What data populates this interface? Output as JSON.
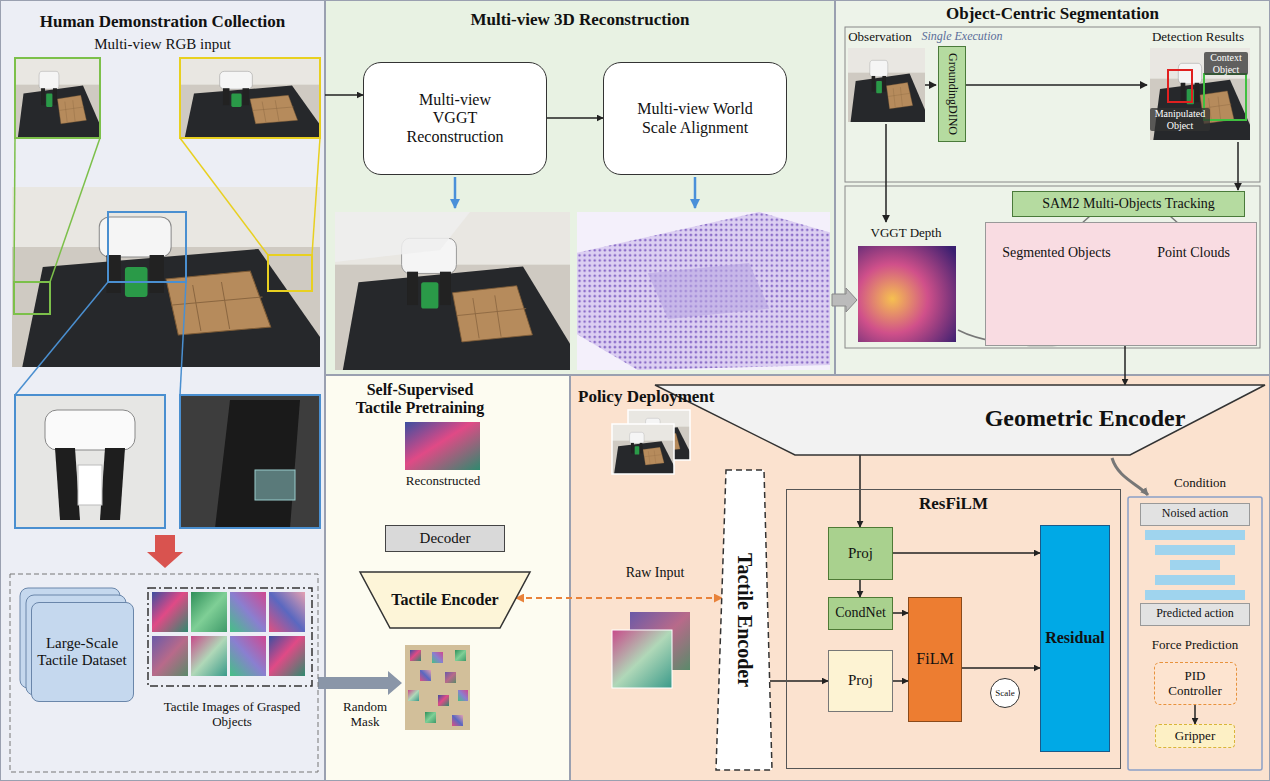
{
  "diagram": {
    "nodes": [
      {
        "text": [
          "Human Demonstration Collection",
          "Multi-view RGB input"
        ]
      },
      {
        "text": [
          "Large-Scale Tactile Dataset"
        ],
        "in": 0
      },
      {
        "text": [
          "Multi-view 3D Reconstruction"
        ]
      },
      {
        "text": [
          "Multi-view VGGT Reconstruction"
        ],
        "in": 2
      },
      {
        "text": [
          "Multi-view World Scale Alignment"
        ],
        "in": 2
      },
      {
        "text": [
          "Object-Centric Segmentation"
        ]
      },
      {
        "text": [
          "GroundingDINO"
        ],
        "in": 5
      },
      {
        "text": [
          "SAM2 Multi-Objects Tracking"
        ],
        "in": 5
      },
      {
        "text": [
          "Segmented Objects",
          "Point Clouds"
        ],
        "in": 5
      },
      {
        "text": [
          "Self-Supervised Tactile Pretraining"
        ]
      },
      {
        "text": [
          "Decoder"
        ],
        "in": 9
      },
      {
        "text": [
          "Tactile Encoder"
        ],
        "in": 9
      },
      {
        "text": [
          "Policy Deployment"
        ]
      },
      {
        "text": [
          "Geometric Encoder"
        ],
        "in": 12
      },
      {
        "text": [
          "Tactile Encoder"
        ],
        "in": 12
      },
      {
        "text": [
          "ResFiLM"
        ],
        "in": 12
      },
      {
        "text": [
          "Proj"
        ],
        "in": 15
      },
      {
        "text": [
          "CondNet"
        ],
        "in": 15
      },
      {
        "text": [
          "Proj"
        ],
        "in": 15
      },
      {
        "text": [
          "FiLM"
        ],
        "in": 15
      },
      {
        "text": [
          "Scale"
        ],
        "in": 15
      },
      {
        "text": [
          "Residual"
        ],
        "in": 15
      },
      {
        "text": [
          "Noised action"
        ],
        "in": 12
      },
      {
        "text": [
          "Predicted action"
        ],
        "in": 12
      },
      {
        "text": [
          "PID Controller"
        ],
        "in": 12
      },
      {
        "text": [
          "Gripper"
        ],
        "in": 12
      }
    ],
    "edges": [
      {
        "from": 0,
        "to": 3,
        "arrow": "to"
      },
      {
        "from": 3,
        "to": 4,
        "arrow": "to"
      },
      {
        "from": 8,
        "to": 13,
        "arrow": "to"
      },
      {
        "from": 11,
        "to": 14,
        "arrow": "both"
      },
      {
        "from": 13,
        "to": 16,
        "arrow": "to"
      },
      {
        "from": 14,
        "to": 18,
        "arrow": "to"
      },
      {
        "from": 16,
        "to": 17,
        "arrow": "to"
      },
      {
        "from": 16,
        "to": 21,
        "arrow": "to"
      },
      {
        "from": 17,
        "to": 19,
        "arrow": "to"
      },
      {
        "from": 18,
        "to": 19,
        "arrow": "to"
      },
      {
        "from": 19,
        "to": 21,
        "arrow": "to"
      },
      {
        "from": 24,
        "to": 25,
        "arrow": "to"
      }
    ],
    "labels": [
      "Observation",
      "Single Execution",
      "Detection Results",
      "Context Object",
      "Manipulated Object",
      "VGGT Depth",
      "Reconstructed",
      "Random Mask",
      "Tactile Images of Grasped Objects",
      "Raw Input",
      "Condition",
      "Force Prediction"
    ]
  }
}
